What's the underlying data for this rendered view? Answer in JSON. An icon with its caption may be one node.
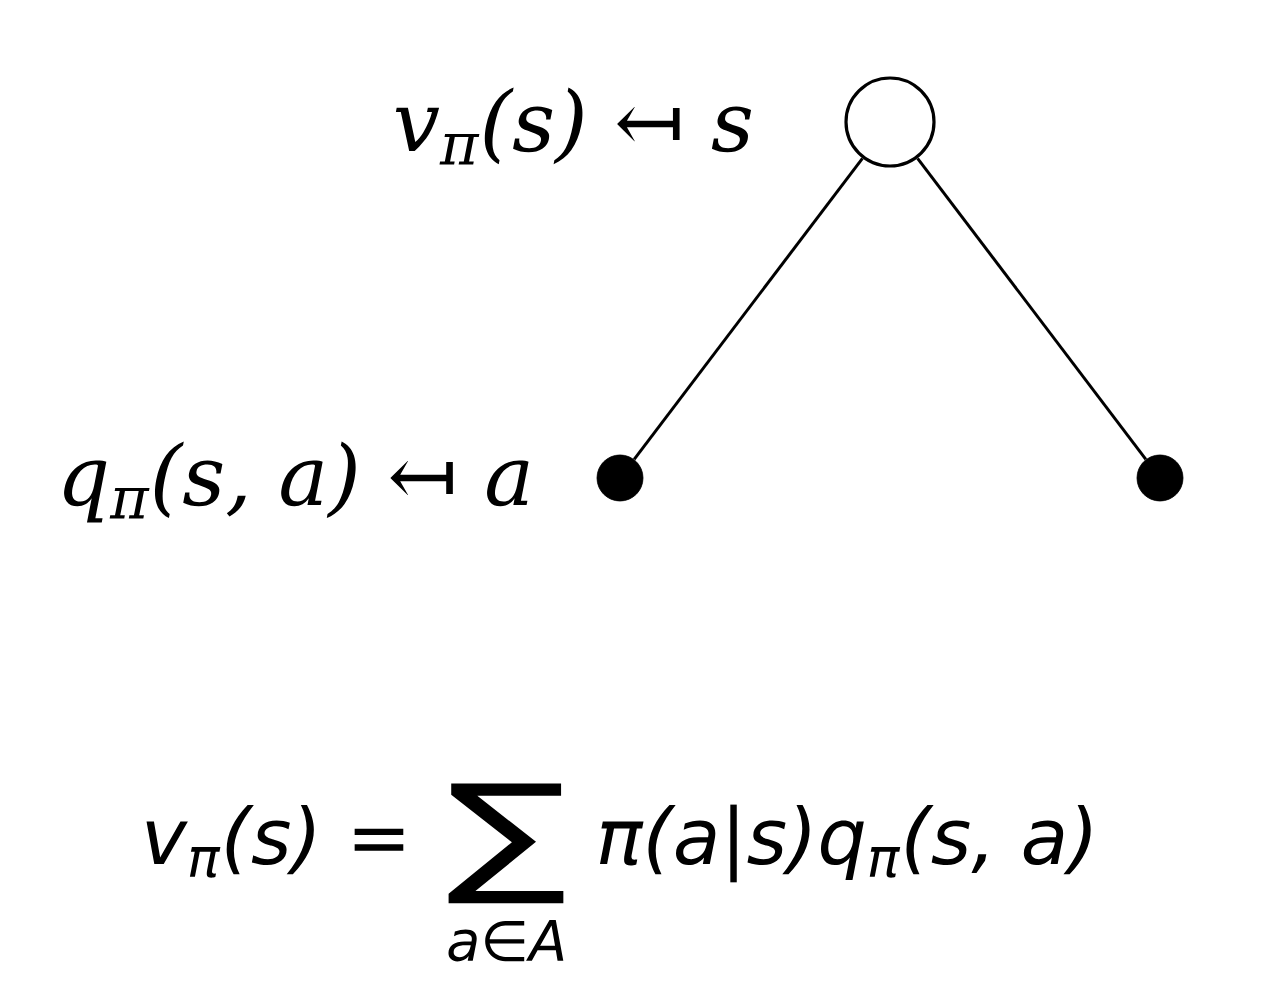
{
  "diagram": {
    "nodes": [
      {
        "text": [],
        "shape": "circle",
        "beside": [
          "v$_{π}$(s) ↤ s"
        ]
      },
      {
        "text": [],
        "shape": "dot",
        "beside": [
          "q$_{π}$(s, a) ↤ a"
        ]
      },
      {
        "text": [],
        "shape": "dot"
      }
    ],
    "edges": [
      {
        "from": 0,
        "to": 1,
        "arrow": "none"
      },
      {
        "from": 0,
        "to": 2,
        "arrow": "none"
      }
    ],
    "labels": [
      "v$_{π}$(s) =",
      "∑",
      "π(a|s)q$_{π}$(s, a)",
      "a∈A"
    ]
  }
}
